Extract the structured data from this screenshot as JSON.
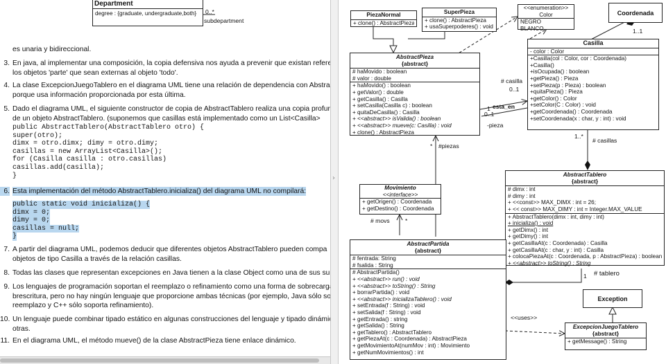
{
  "left_doc": {
    "dept_box": {
      "title": "Department",
      "attr": "degree : {graduate, undergraduate,both}",
      "mult": "0..*",
      "role": "subdepartment"
    },
    "p_intro": "es unaria y bidireccional.",
    "items": [
      {
        "num": "3.",
        "lines": [
          "En java, al implementar una composición, la copia defensiva nos ayuda a prevenir que existan referencia",
          "los objetos 'parte' que sean externas al objeto 'todo'."
        ]
      },
      {
        "num": "4.",
        "lines": [
          "La clase ExcepcionJuegoTablero en el diagrama UML tiene una relación de dependencia con AbstractPa",
          "porque usa información proporcionada por esta última."
        ]
      },
      {
        "num": "5.",
        "lines": [
          "Dado el diagrama UML, el siguiente constructor de copia de AbstractTablero realiza una copia profur",
          "de un objeto AbstractTablero. (suponemos que casillas está implementado como un List<Casilla>"
        ]
      },
      {
        "num": "6.",
        "lines": [
          "Esta implementación del método AbstractTablero.inicializa() del diagrama UML no compilará:"
        ]
      },
      {
        "num": "7.",
        "lines": [
          "A partir del diagrama UML, podemos deducir que diferentes objetos AbstractTablero pueden compa",
          "objetos de tipo Casilla a través de la relación casillas."
        ]
      },
      {
        "num": "8.",
        "lines": [
          "Todas las clases que representan excepciones en Java tienen a la clase Object como una de sus superclase"
        ]
      },
      {
        "num": "9.",
        "lines": [
          "Los lenguajes de programación soportan el reemplazo o refinamiento como una forma de sobrecarga o s",
          "brescritura, pero no hay ningún lenguaje que proporcione ambas técnicas (por ejemplo, Java sólo sopo",
          "reemplazo y C++ sólo soporta refinamiento)."
        ]
      },
      {
        "num": "10.",
        "lines": [
          "Un lenguaje puede combinar tipado estático en algunas construcciones del lenguaje y tipado dinámico",
          "otras."
        ]
      },
      {
        "num": "11.",
        "lines": [
          "En el diagrama UML, el método mueve() de la clase AbstractPieza tiene enlace dinámico."
        ]
      }
    ],
    "code5": [
      "public AbstractTablero(AbstractTablero otro) {",
      "super(otro);",
      "dimx = otro.dimx; dimy = otro.dimy;",
      "casillas = new ArrayList<Casilla>();",
      "for (Casilla casilla : otro.casillas)",
      "casillas.add(casilla);",
      "}"
    ],
    "code6": [
      "public static void inicializa() {",
      "dimx = 0;",
      "dimy = 0;",
      "casillas = null;",
      "}"
    ]
  },
  "uml": {
    "pieza_normal": {
      "title": "PiezaNormal",
      "ops": [
        "+ clone() : AbstractPieza"
      ]
    },
    "super_pieza": {
      "title": "SuperPieza",
      "ops": [
        "+ clone() : AbstractPieza",
        "+ usaSuperpoderes() : void"
      ]
    },
    "color": {
      "stereo": "<<enumeration>>",
      "title": "Color",
      "vals": [
        "NEGRO",
        "BLANCO"
      ]
    },
    "coordenada": {
      "title": "Coordenada"
    },
    "casilla": {
      "title": "Casilla",
      "attrs": [
        "- color : Color"
      ],
      "ops": [
        "+Casilla(col : Color, cor : Coordenada)",
        "+Casilla()",
        "+isOcupada() : boolean",
        "+getPieza() : Pieza",
        "+setPieza(p : Pieza) : boolean",
        "+quitaPieza() : Pieza",
        "+getColor() : Color",
        "+setColor(C : Color) : void",
        "+getCoordenada() : Coordenada",
        "+setCoordenada(x : char, y : int) : void"
      ]
    },
    "abstract_pieza": {
      "title": "AbstractPieza",
      "sub": "{abstract}",
      "attrs": [
        "# haMovido : boolean",
        "# valor : double"
      ],
      "ops": [
        "+ haMovido() : boolean",
        "+ getValor() : double",
        "+ getCasilla() : Casilla",
        "+ setCasilla(Casilla c) : boolean",
        "+ quitaDeCasilla() : Casilla",
        "+ <<abstract>> isValida() : boolean",
        "+ <<abstract>> mueve(c: Casilla) : void",
        "+ clone() : AbstractPieza"
      ]
    },
    "movimiento": {
      "stereo_title": "Movimiento",
      "stereo": "<<interface>>",
      "ops": [
        "+ getOrigen() : Coordenada",
        "+ getDestino() : Coordenada"
      ]
    },
    "abstract_tablero": {
      "title": "AbstractTablero",
      "sub": "{abstract}",
      "attrs": [
        "# dimx : int",
        "# dimy : int",
        "+ <<const>> MAX_DIMX : int = 26;",
        "+ << const>> MAX_DIMY : int = Integer.MAX_VALUE"
      ],
      "ops": [
        "+ AbstractTablero(dimx : int, dimy : int)",
        "+ inicializa() : void",
        "+ getDimx() : int",
        "+ getDimy() : int",
        "+ getCasillaAt(c : Coordenada) : Casilla",
        "+ getCasillaAt(c : char, y : int) : Casilla",
        "+ colocaPiezaAt(c : Coordenada, p : AbstractPieza) : boolean",
        "+ <<abstract>> toString() : String"
      ]
    },
    "abstract_partida": {
      "title": "AbstractPartida",
      "sub": "{abstract}",
      "attrs": [
        "# fentrada: String",
        "# fsalida : String"
      ],
      "ops": [
        "# AbstractPartida()",
        "+ <<abstract>> run() : void",
        "+ <<abstract>> toString() : String",
        "+ borrarPartida() : void",
        "+ <<abstract>> inicializaTablero() : void",
        "+ setEntrada(f : String) : void",
        "+ setSalida(f : String) : void",
        "+ getEntrada() : string",
        "+ getSalida() : String",
        "+ getTablero() : AbstractTablero",
        "+ getPiezaAt(c : Coordenada) : AbstractPieza",
        "+ getMovimientoAt(numMov : int) : Movimiento",
        "+ getNumMovimientos() : int"
      ]
    },
    "exception": {
      "title": "Exception"
    },
    "excepcion_juego": {
      "title": "ExcepcionJuegoTablero",
      "sub": "{abstract}",
      "ops": [
        "+ getMessage() : String"
      ]
    },
    "labels": {
      "uno_uno": "1..1",
      "casilla_role": "# casilla",
      "casilla_mult": "0..1",
      "esta_en": "esta_en",
      "uno": "1",
      "pieza_role": "-pieza",
      "cero_uno": "0..1",
      "uno_star": "1..*",
      "casillas": "# casillas",
      "star1": "*",
      "piezas": "#piezas",
      "movs": "# movs",
      "star2": "*",
      "one2": "1",
      "tablero": "# tablero",
      "uses": "<<uses>>"
    }
  }
}
